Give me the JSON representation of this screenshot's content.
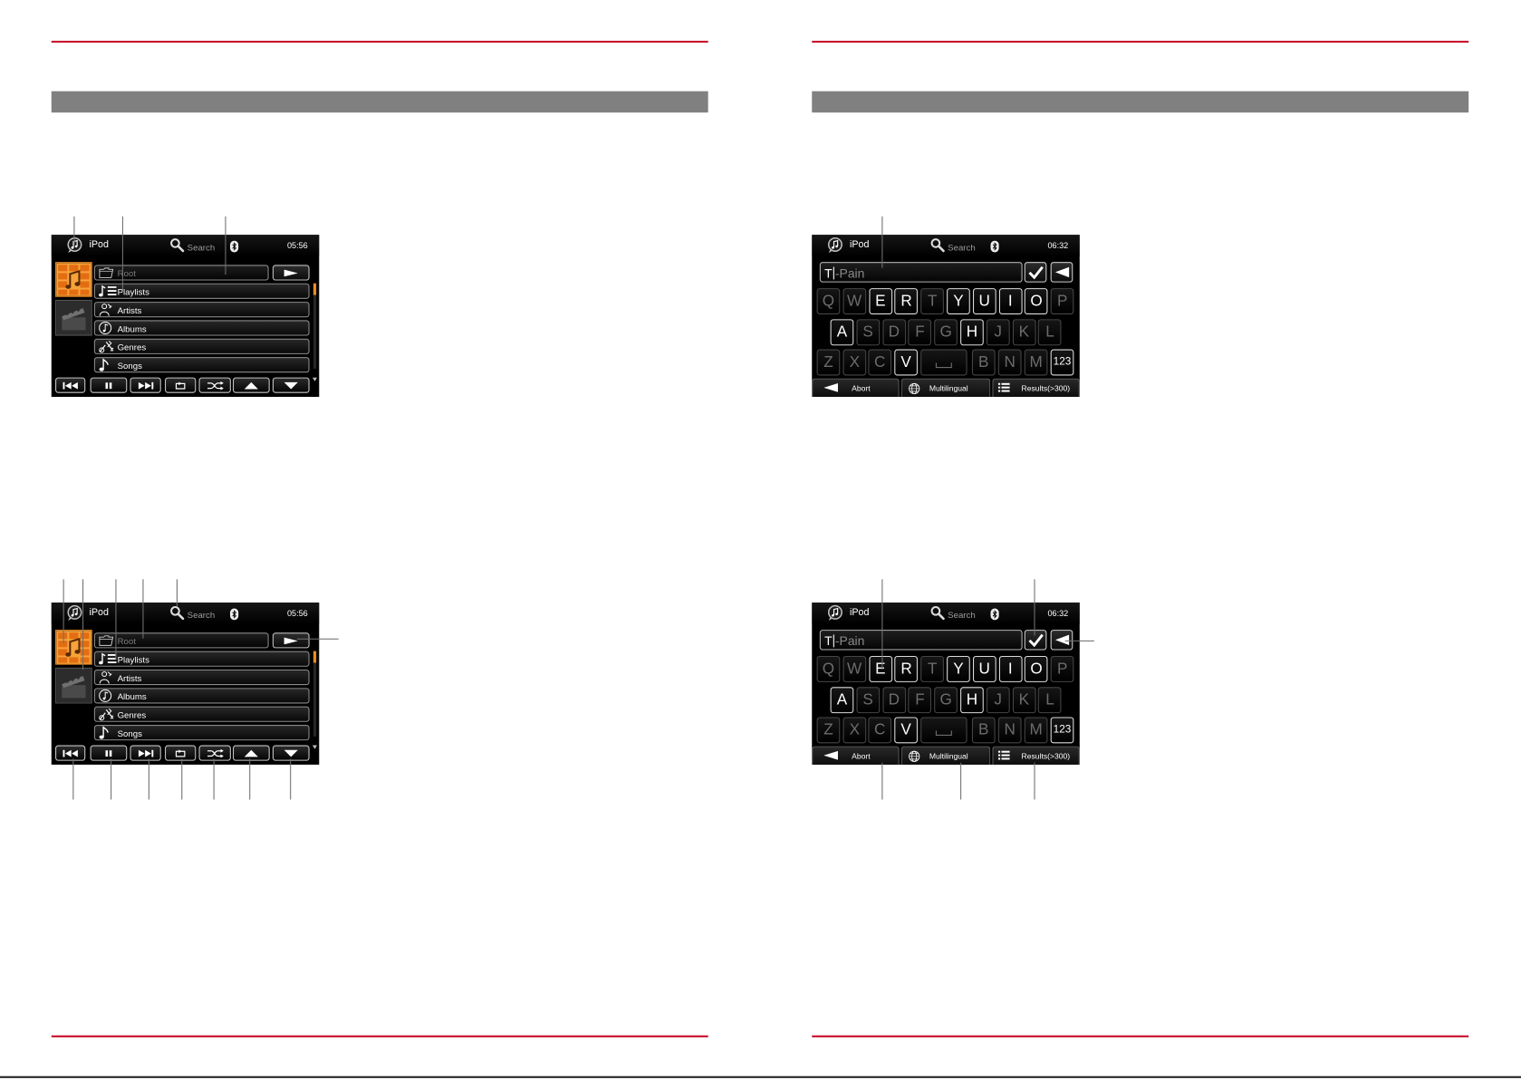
{
  "colors": {
    "rule_red": "#c8102e",
    "section_bar": "#808080",
    "highlight_orange": "#ee8a1f"
  },
  "ipod_browser": {
    "header": {
      "app_icon": "ipod-app-icon",
      "title": "iPod",
      "search_icon": "search-icon",
      "search_label": "Search",
      "bluetooth_icon": "bluetooth-icon",
      "clock": "05:56"
    },
    "sources": [
      {
        "icon": "music-library-icon",
        "selected": true
      },
      {
        "icon": "video-library-icon",
        "selected": false
      }
    ],
    "path": {
      "icon": "folder-icon",
      "placeholder": "Root",
      "button_icon": "play-arrow-icon"
    },
    "list": [
      {
        "label": "Playlists",
        "icon": "playlist-icon"
      },
      {
        "label": "Artists",
        "icon": "artist-icon"
      },
      {
        "label": "Albums",
        "icon": "album-icon"
      },
      {
        "label": "Genres",
        "icon": "genre-icon"
      },
      {
        "label": "Songs",
        "icon": "song-icon"
      }
    ],
    "scrollbar": {
      "position": 0
    },
    "controls": [
      {
        "icon": "previous-track-icon"
      },
      {
        "icon": "pause-icon"
      },
      {
        "icon": "next-track-icon"
      },
      {
        "icon": "repeat-icon"
      },
      {
        "icon": "shuffle-icon"
      },
      {
        "icon": "scroll-up-icon"
      },
      {
        "icon": "scroll-down-icon"
      }
    ]
  },
  "search_keyboard": {
    "header": {
      "app_icon": "ipod-app-icon",
      "title": "iPod",
      "search_icon": "search-icon",
      "search_label": "Search",
      "bluetooth_icon": "bluetooth-icon",
      "clock": "06:32"
    },
    "input": {
      "typed": "T",
      "suggestion": "-Pain",
      "confirm_icon": "check-icon",
      "delete_icon": "backspace-icon"
    },
    "rows": [
      [
        {
          "label": "Q",
          "enabled": false
        },
        {
          "label": "W",
          "enabled": false
        },
        {
          "label": "E",
          "enabled": true
        },
        {
          "label": "R",
          "enabled": true
        },
        {
          "label": "T",
          "enabled": false
        },
        {
          "label": "Y",
          "enabled": true
        },
        {
          "label": "U",
          "enabled": true
        },
        {
          "label": "I",
          "enabled": true
        },
        {
          "label": "O",
          "enabled": true
        },
        {
          "label": "P",
          "enabled": false
        }
      ],
      [
        {
          "label": "A",
          "enabled": true
        },
        {
          "label": "S",
          "enabled": false
        },
        {
          "label": "D",
          "enabled": false
        },
        {
          "label": "F",
          "enabled": false
        },
        {
          "label": "G",
          "enabled": false
        },
        {
          "label": "H",
          "enabled": true
        },
        {
          "label": "J",
          "enabled": false
        },
        {
          "label": "K",
          "enabled": false
        },
        {
          "label": "L",
          "enabled": false
        }
      ],
      [
        {
          "label": "Z",
          "enabled": false
        },
        {
          "label": "X",
          "enabled": false
        },
        {
          "label": "C",
          "enabled": false
        },
        {
          "label": "V",
          "enabled": true
        },
        {
          "icon": "space-bar-icon",
          "enabled": false
        },
        {
          "label": "B",
          "enabled": false
        },
        {
          "label": "N",
          "enabled": false
        },
        {
          "label": "M",
          "enabled": false
        },
        {
          "label": "123",
          "enabled": true
        }
      ]
    ],
    "tabs": [
      {
        "icon": "back-arrow-icon",
        "label": "Abort"
      },
      {
        "icon": "globe-icon",
        "label": "Multilingual"
      },
      {
        "icon": "list-icon",
        "label": "Results(>300)"
      }
    ]
  }
}
